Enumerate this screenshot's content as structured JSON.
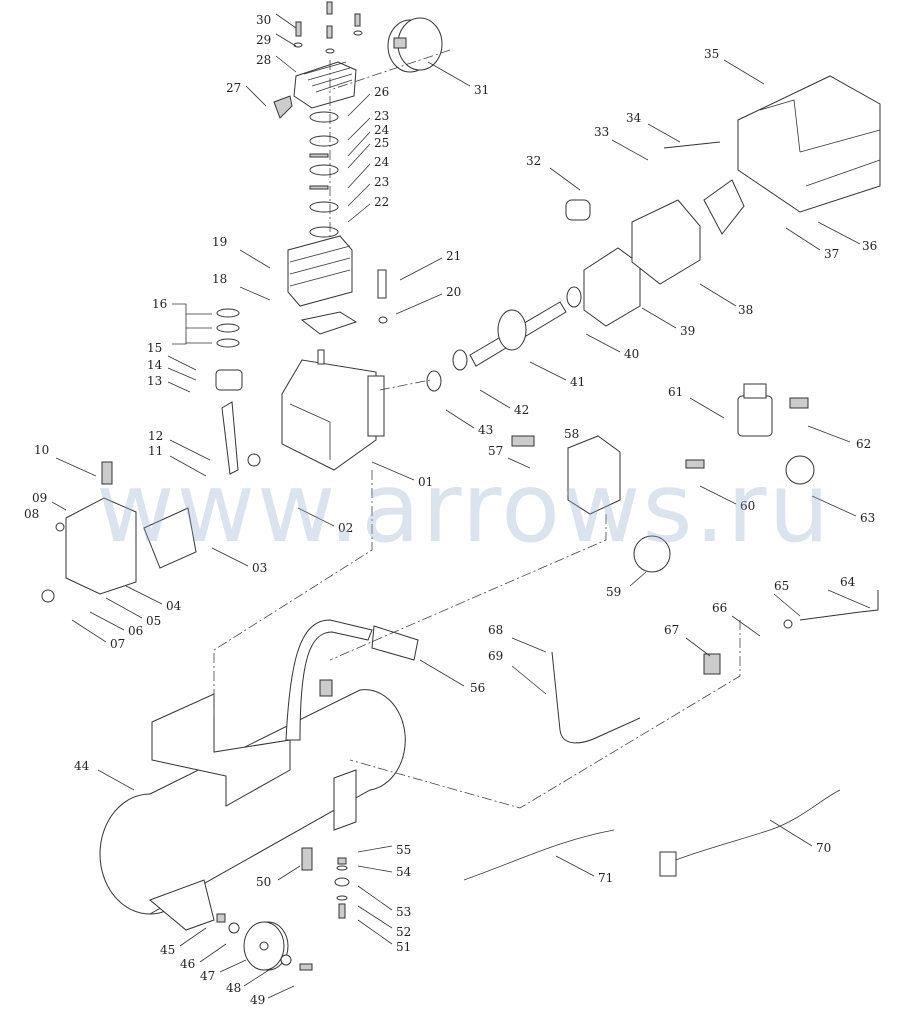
{
  "title": "Air compressor exploded parts diagram",
  "watermark": "www.arrows.ru",
  "part_labels": [
    "30",
    "29",
    "28",
    "27",
    "31",
    "26",
    "23",
    "24",
    "25",
    "24",
    "23",
    "22",
    "19",
    "18",
    "21",
    "20",
    "16",
    "15",
    "14",
    "13",
    "35",
    "34",
    "33",
    "32",
    "36",
    "37",
    "38",
    "39",
    "40",
    "41",
    "42",
    "43",
    "61",
    "62",
    "58",
    "57",
    "60",
    "63",
    "59",
    "12",
    "11",
    "10",
    "09",
    "08",
    "01",
    "02",
    "03",
    "04",
    "05",
    "06",
    "07",
    "64",
    "65",
    "66",
    "67",
    "68",
    "69",
    "56",
    "44",
    "70",
    "71",
    "50",
    "55",
    "54",
    "53",
    "52",
    "51",
    "45",
    "46",
    "47",
    "48",
    "49"
  ]
}
